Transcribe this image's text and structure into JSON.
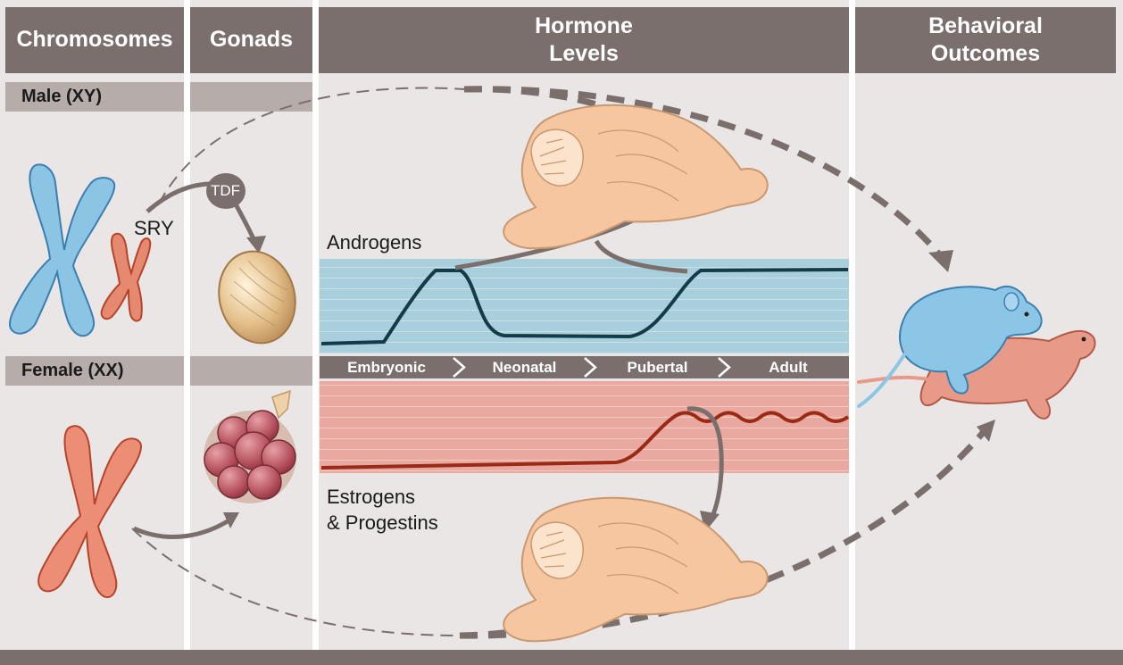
{
  "headers": {
    "chromosomes": "Chromosomes",
    "gonads": "Gonads",
    "hormone_levels": [
      "Hormone",
      "Levels"
    ],
    "behavioral_outcomes": [
      "Behavioral",
      "Outcomes"
    ]
  },
  "rows": {
    "male": "Male (XY)",
    "female": "Female (XX)"
  },
  "labels": {
    "sry": "SRY",
    "tdf": "TDF",
    "androgens": "Androgens",
    "estrogens": [
      "Estrogens",
      "& Progestins"
    ]
  },
  "stages": [
    "Embryonic",
    "Neonatal",
    "Pubertal",
    "Adult"
  ],
  "colors": {
    "header_bg": "#7a6f6c",
    "panel_bg": "#e9e6e5",
    "row_label_bg": "#b6adab",
    "androgen_band": "#a9cfdc",
    "androgen_line": "#143c48",
    "estrogen_band": "#e9a9a0",
    "estrogen_line": "#9a2a15",
    "y_chromosome": "#e58a70",
    "x_chromosome_male": "#8cc4e4",
    "x_chromosome_female": "#ec8e76",
    "brain": "#f5c6a0",
    "arrow": "#7a6f6c",
    "male_rat": "#8cc6e6",
    "female_rat": "#e89a88"
  },
  "icons": [
    "x-chromosome-icon",
    "y-chromosome-icon",
    "testis-icon",
    "ovary-icon",
    "brain-icon",
    "rat-icon"
  ]
}
